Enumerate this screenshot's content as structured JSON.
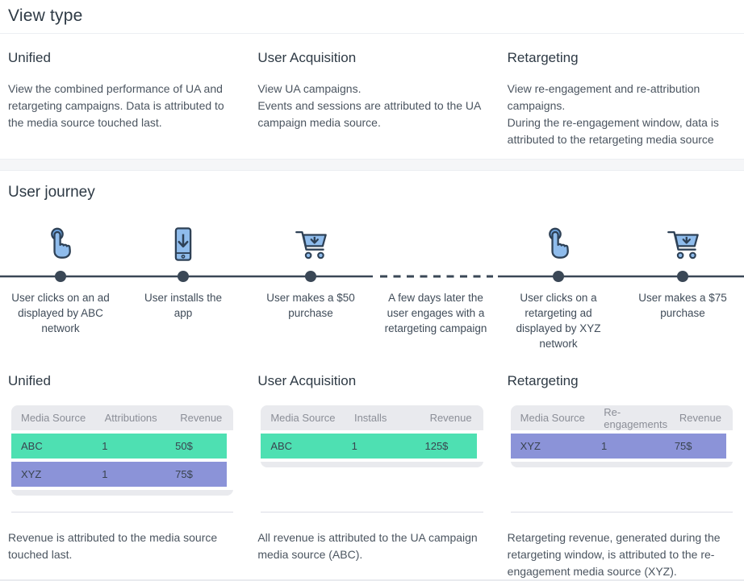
{
  "page": {
    "title": "View type"
  },
  "view_types": [
    {
      "title": "Unified",
      "lines": [
        "View the combined performance of UA and retargeting campaigns. Data is attributed to the media source touched last."
      ]
    },
    {
      "title": "User Acquisition",
      "lines": [
        "View UA campaigns.",
        "Events and sessions are attributed to the UA campaign media source."
      ]
    },
    {
      "title": "Retargeting",
      "lines": [
        "View re-engagement and re-attribution campaigns.",
        "During the re-engagement window, data is attributed to the retargeting media source"
      ]
    }
  ],
  "user_journey": {
    "title": "User journey",
    "steps": [
      {
        "icon": "tap-icon",
        "label": "User clicks on an ad displayed by ABC network"
      },
      {
        "icon": "phone-install-icon",
        "label": "User installs the app"
      },
      {
        "icon": "cart-icon",
        "label": "User makes a $50 purchase"
      },
      {
        "icon": "none",
        "label": "A few days later the user engages with a retargeting campaign"
      },
      {
        "icon": "tap-icon",
        "label": "User clicks on a retargeting ad displayed by XYZ network"
      },
      {
        "icon": "cart-icon",
        "label": "User makes a $75 purchase"
      }
    ]
  },
  "tables": [
    {
      "title": "Unified",
      "columns": [
        "Media Source",
        "Attributions",
        "Revenue"
      ],
      "rows": [
        {
          "media_source": "ABC",
          "value": "1",
          "revenue": "50$",
          "color": "#4ee0b2"
        },
        {
          "media_source": "XYZ",
          "value": "1",
          "revenue": "75$",
          "color": "#8b93d8"
        }
      ],
      "note": "Revenue is attributed to the media source touched last."
    },
    {
      "title": "User Acquisition",
      "columns": [
        "Media Source",
        "Installs",
        "Revenue"
      ],
      "rows": [
        {
          "media_source": "ABC",
          "value": "1",
          "revenue": "125$",
          "color": "#4ee0b2"
        }
      ],
      "note": "All revenue is attributed to the UA campaign media source (ABC)."
    },
    {
      "title": "Retargeting",
      "columns": [
        "Media Source",
        "Re-engagements",
        "Revenue"
      ],
      "rows": [
        {
          "media_source": "XYZ",
          "value": "1",
          "revenue": "75$",
          "color": "#8b93d8"
        }
      ],
      "note": "Retargeting revenue, generated during the retargeting window, is attributed to the re-engagement media source (XYZ)."
    }
  ],
  "colors": {
    "row_green": "#4ee0b2",
    "row_purple": "#8b93d8",
    "table_header_bg": "#e9eaee",
    "icon_fill": "#8fbcec",
    "icon_accent": "#6fa7e4",
    "icon_stroke": "#2e4156",
    "timeline": "#3a4756"
  }
}
